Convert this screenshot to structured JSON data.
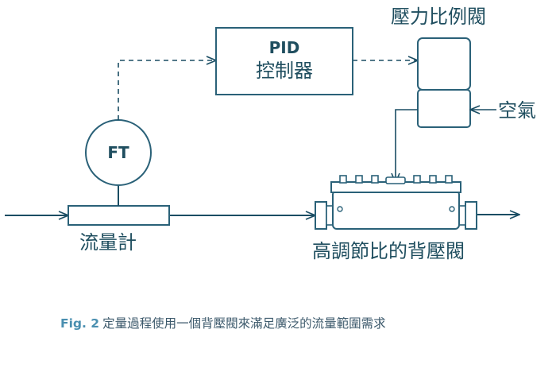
{
  "diagram": {
    "controller": {
      "line1": "PID",
      "line2": "控制器"
    },
    "transmitter": "FT",
    "flow_meter": "流量計",
    "pressure_ratio_valve": "壓力比例閥",
    "air": "空氣",
    "back_pressure_valve": "高調節比的背壓閥"
  },
  "caption": {
    "fig_label": "Fig. 2",
    "text": "定量過程使用一個背壓閥來滿足廣泛的流量範圍需求"
  },
  "colors": {
    "line": "#1a4d63",
    "stroke": "#2a6178",
    "fill": "#ffffff",
    "text": "#1f4e5f",
    "caption_label": "#4a8fb0",
    "caption_text": "#3d5a6c"
  }
}
